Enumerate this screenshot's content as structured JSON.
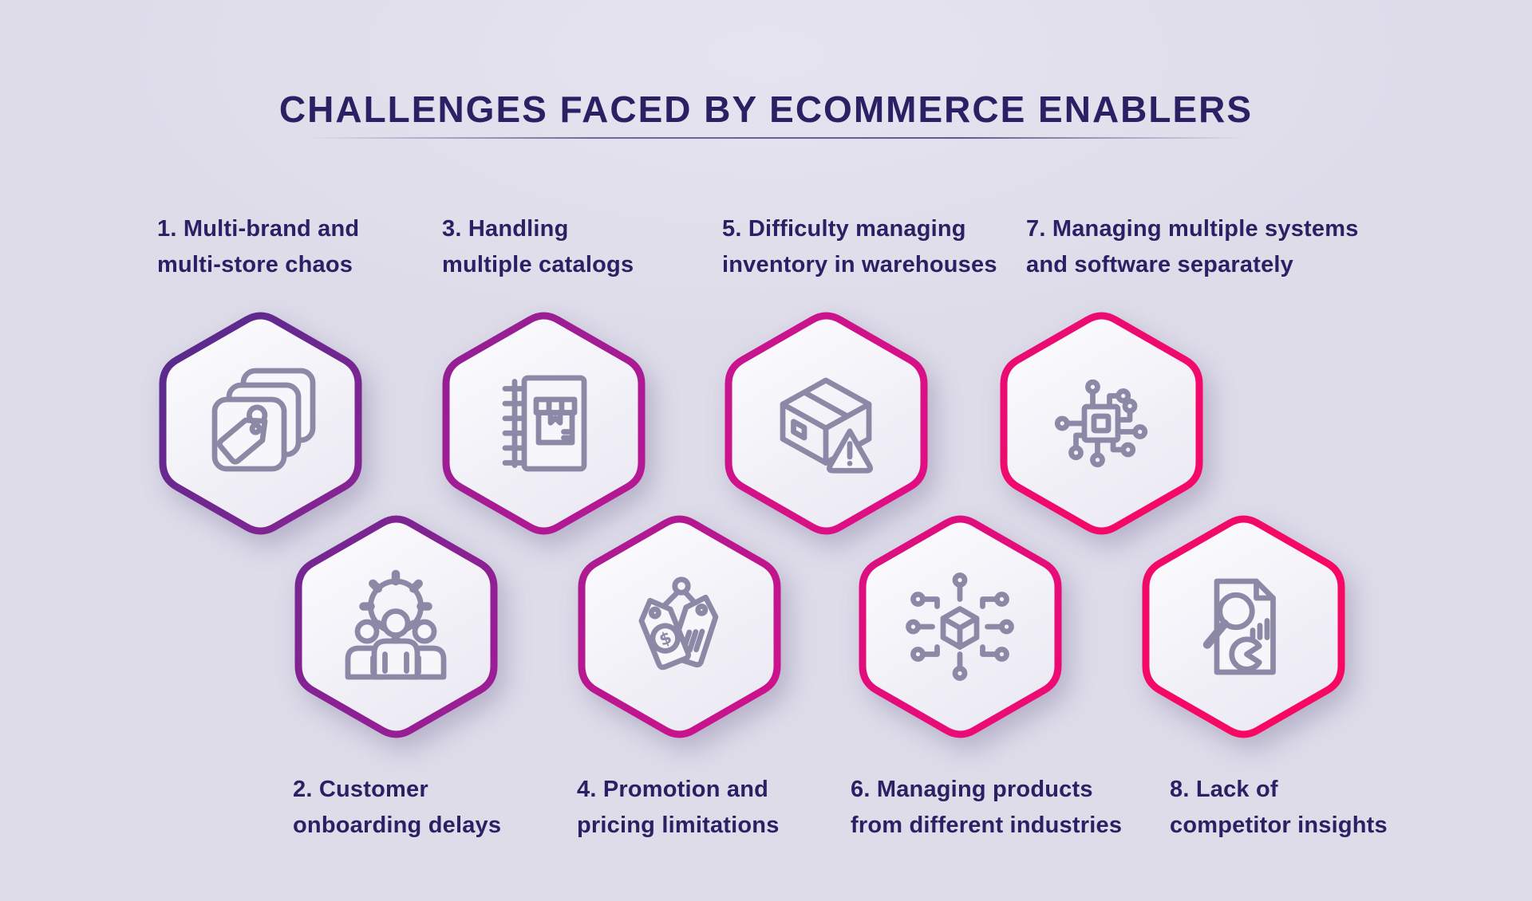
{
  "title": "CHALLENGES FACED BY ECOMMERCE ENABLERS",
  "colors": {
    "background": "#dedce9",
    "title_text": "#2a2164",
    "label_text": "#2a2164",
    "icon_stroke": "#8b89a6",
    "divider": "#4a4080",
    "hex_fill_top": "#fdfdff",
    "hex_fill_bottom": "#eceaf3"
  },
  "items": [
    {
      "number": 1,
      "label_line1": "1. Multi-brand and",
      "label_line2": "multi-store chaos",
      "icon": "stacked-cards-tag-icon",
      "border_from": "#532b8c",
      "border_to": "#8c2394"
    },
    {
      "number": 2,
      "label_line1": "2. Customer",
      "label_line2": "onboarding delays",
      "icon": "gear-team-icon",
      "border_from": "#6f2791",
      "border_to": "#a31c95"
    },
    {
      "number": 3,
      "label_line1": "3. Handling",
      "label_line2": "multiple catalogs",
      "icon": "catalog-book-icon",
      "border_from": "#8f2094",
      "border_to": "#bc1693"
    },
    {
      "number": 4,
      "label_line1": "4. Promotion and",
      "label_line2": "pricing limitations",
      "icon": "price-tags-icon",
      "border_from": "#a81b93",
      "border_to": "#d1118b",
      "symbol": "$"
    },
    {
      "number": 5,
      "label_line1": "5. Difficulty managing",
      "label_line2": "inventory in warehouses",
      "icon": "damaged-box-warning-icon",
      "border_from": "#c31590",
      "border_to": "#e50d80"
    },
    {
      "number": 6,
      "label_line1": "6. Managing products",
      "label_line2": "from different industries",
      "icon": "product-network-icon",
      "border_from": "#d90f82",
      "border_to": "#f00a72"
    },
    {
      "number": 7,
      "label_line1": "7. Managing multiple systems",
      "label_line2": "and software separately",
      "icon": "chip-systems-icon",
      "border_from": "#e80c74",
      "border_to": "#f70866"
    },
    {
      "number": 8,
      "label_line1": "8. Lack of",
      "label_line2": "competitor insights",
      "icon": "report-magnifier-icon",
      "border_from": "#f00a6a",
      "border_to": "#fa0760"
    }
  ]
}
